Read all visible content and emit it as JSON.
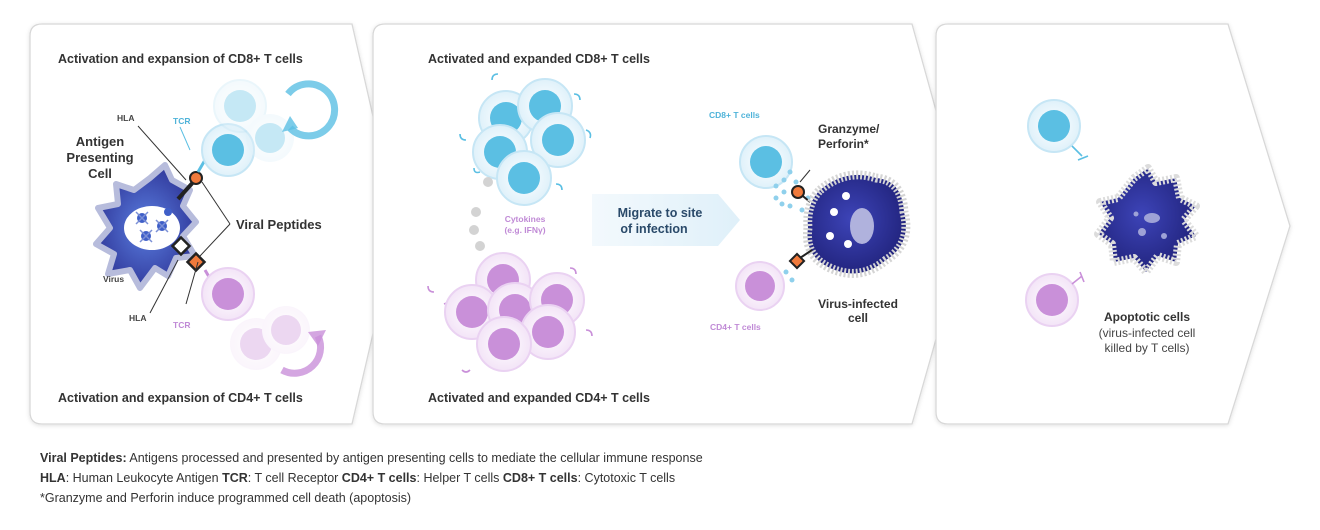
{
  "panel1": {
    "title_top": "Activation and expansion of CD8+ T cells",
    "title_bottom": "Activation and expansion of CD4+ T cells",
    "apc_label": "Antigen\nPresenting\nCell",
    "hla_top": "HLA",
    "tcr_top": "TCR",
    "viral_peptides": "Viral Peptides",
    "virus": "Virus",
    "hla_bottom": "HLA",
    "tcr_bottom": "TCR"
  },
  "panel2": {
    "title_top": "Activated and expanded CD8+ T cells",
    "title_bottom": "Activated and expanded CD4+ T cells",
    "cytokines_line1": "Cytokines",
    "cytokines_line2": "(e.g. IFNγ)",
    "migrate_line1": "Migrate to site",
    "migrate_line2": "of infection",
    "cd8_label": "CD8+ T cells",
    "cd4_label": "CD4+ T cells",
    "granzyme_line1": "Granzyme/",
    "granzyme_line2": "Perforin*",
    "infected_line1": "Virus-infected",
    "infected_line2": "cell"
  },
  "panel3": {
    "apoptotic_title": "Apoptotic cells",
    "apoptotic_sub1": "(virus-infected cell",
    "apoptotic_sub2": "killed by T cells)"
  },
  "legend": {
    "line1_term": "Viral Peptides:",
    "line1_text": " Antigens processed and presented by antigen presenting cells to mediate the cellular immune response",
    "hla_term": "HLA",
    "hla_text": ": Human Leukocyte Antigen ",
    "tcr_term": "TCR",
    "tcr_text": ": T cell Receptor ",
    "cd4_term": "CD4+ T cells",
    "cd4_text": ": Helper T cells ",
    "cd8_term": "CD8+ T cells",
    "cd8_text": ": Cytotoxic T cells",
    "footnote": "*Granzyme and Perforin induce programmed cell death (apoptosis)"
  },
  "colors": {
    "cd8_blue": "#5bbfe3",
    "cd4_purple": "#c990d9",
    "apc_navy": "#2d3a9e",
    "hla_orange": "#f07a3c",
    "panel_border": "#d8d8d8"
  }
}
